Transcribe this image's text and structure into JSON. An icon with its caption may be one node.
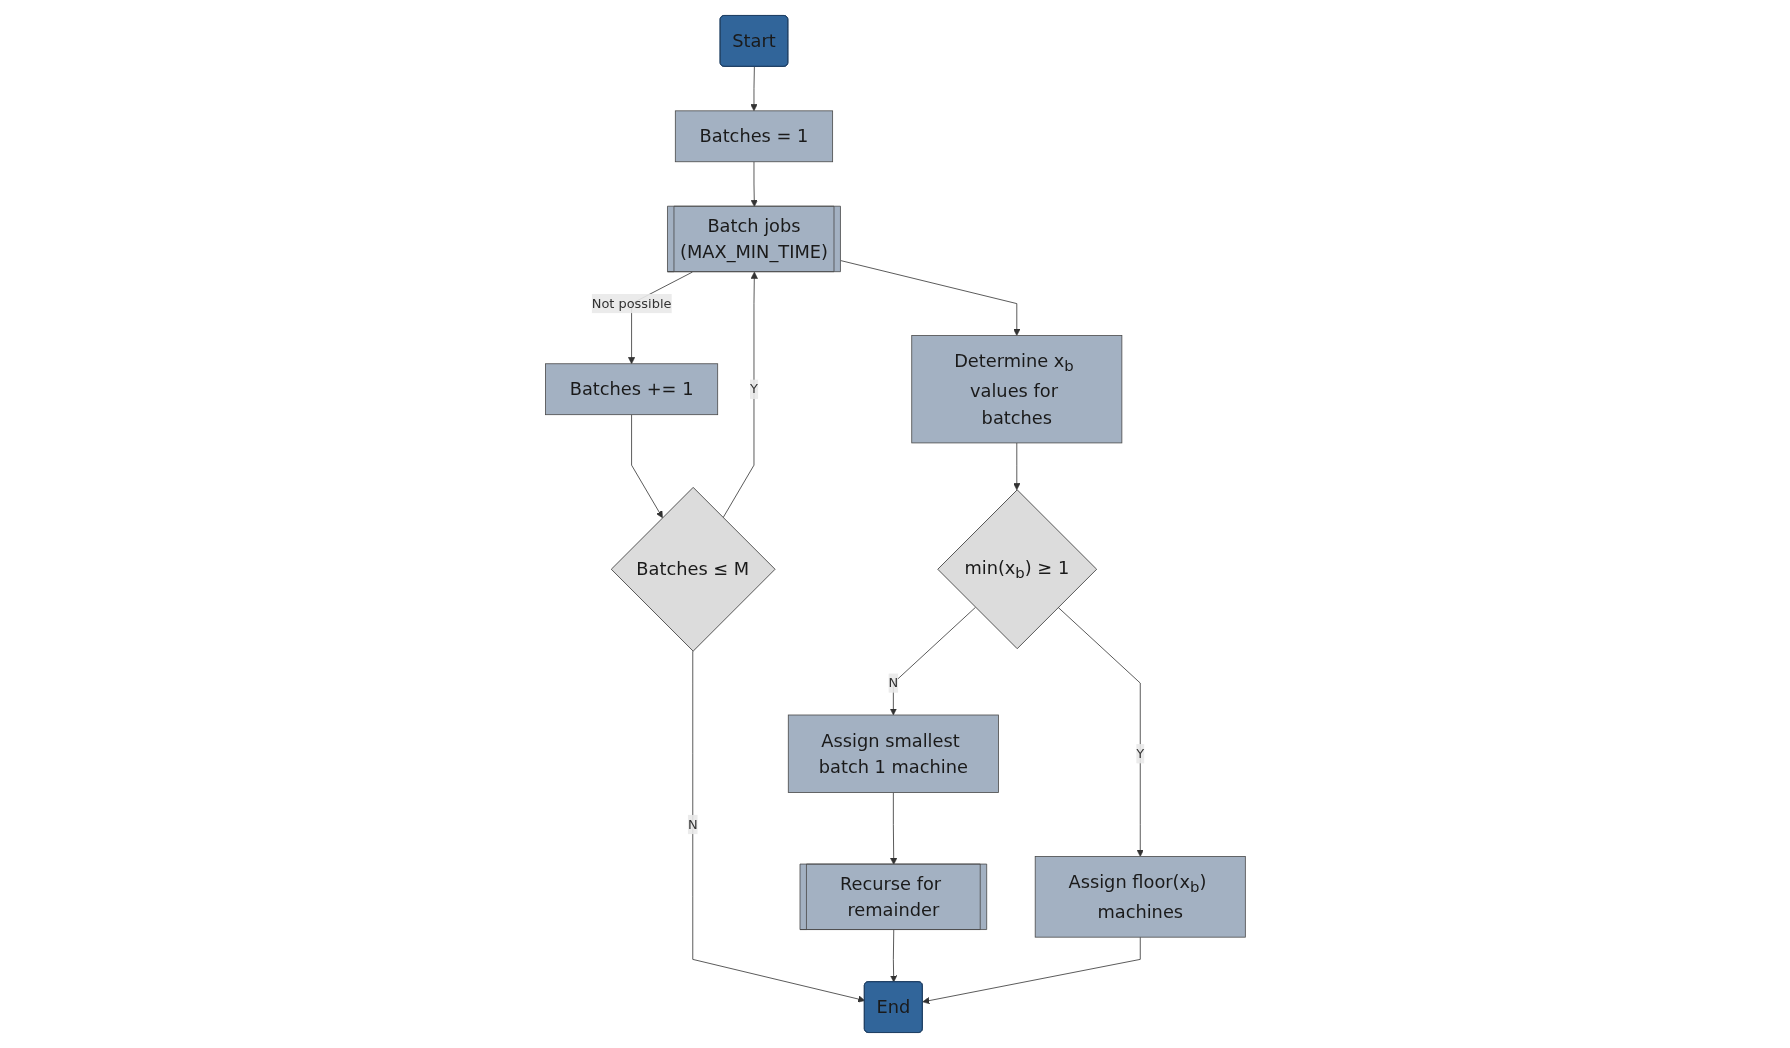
{
  "diagram": {
    "nodes": [
      {
        "text": [
          "Start"
        ]
      },
      {
        "text": [
          "Batches = 1"
        ]
      },
      {
        "text": [
          "Batch jobs",
          "(MAX_MIN_TIME)"
        ]
      },
      {
        "text": [
          "Batches += 1"
        ]
      },
      {
        "text": [
          "Batches ≤ M"
        ]
      },
      {
        "text": [
          "Determine x$_{b}$ values for batches"
        ]
      },
      {
        "text": [
          "min(x$_{b}$) ≥ 1"
        ]
      },
      {
        "text": [
          "Assign floor(x$_{b}$) machines"
        ]
      },
      {
        "text": [
          "Assign smallest batch 1 machine"
        ]
      },
      {
        "text": [
          "Recurse for remainder"
        ]
      },
      {
        "text": [
          "End"
        ]
      }
    ],
    "edges": [
      {
        "from": 0,
        "to": 1,
        "arrow": "to"
      },
      {
        "from": 1,
        "to": 2,
        "arrow": "to"
      },
      {
        "from": 2,
        "to": 5,
        "arrow": "to"
      },
      {
        "from": 2,
        "to": 3,
        "arrow": "to",
        "label": "Not possible"
      },
      {
        "from": 3,
        "to": 4,
        "arrow": "to"
      },
      {
        "from": 4,
        "to": 2,
        "arrow": "to",
        "label": "Y"
      },
      {
        "from": 4,
        "to": 10,
        "arrow": "to",
        "label": "N"
      },
      {
        "from": 5,
        "to": 6,
        "arrow": "to"
      },
      {
        "from": 6,
        "to": 7,
        "arrow": "to",
        "label": "Y"
      },
      {
        "from": 6,
        "to": 8,
        "arrow": "to",
        "label": "N"
      },
      {
        "from": 8,
        "to": 9,
        "arrow": "to"
      },
      {
        "from": 9,
        "to": 10,
        "arrow": "to"
      },
      {
        "from": 7,
        "to": 10,
        "arrow": "to"
      }
    ]
  }
}
